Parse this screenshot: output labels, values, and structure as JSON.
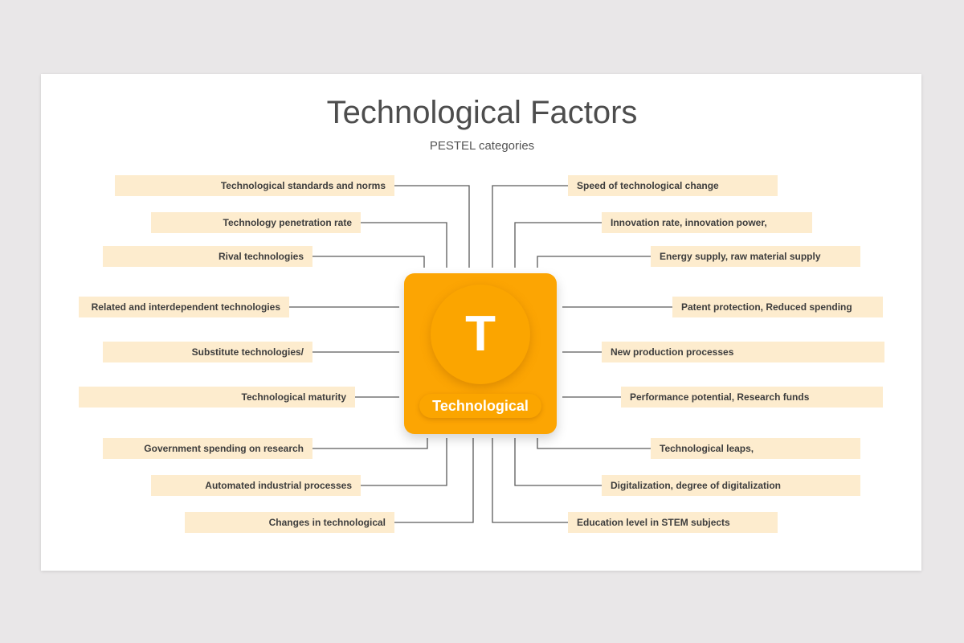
{
  "title": "Technological Factors",
  "subtitle": "PESTEL categories",
  "center": {
    "letter": "T",
    "label": "Technological"
  },
  "colors": {
    "accent": "#fca503",
    "label_bg": "#fdecce",
    "connector": "#5a5a5a"
  },
  "left_items": [
    "Technological standards and norms",
    "Technology penetration rate",
    "Rival technologies",
    "Related and interdependent technologies",
    "Substitute technologies/",
    "Technological maturity",
    "Government spending on research",
    "Automated industrial processes",
    "Changes in technological"
  ],
  "right_items": [
    "Speed of technological change",
    "Innovation rate, innovation power,",
    "Energy supply, raw material supply",
    "Patent protection, Reduced spending",
    "New production processes",
    "Performance potential, Research funds",
    "Technological leaps,",
    "Digitalization, degree of digitalization",
    "Education level in STEM subjects"
  ]
}
